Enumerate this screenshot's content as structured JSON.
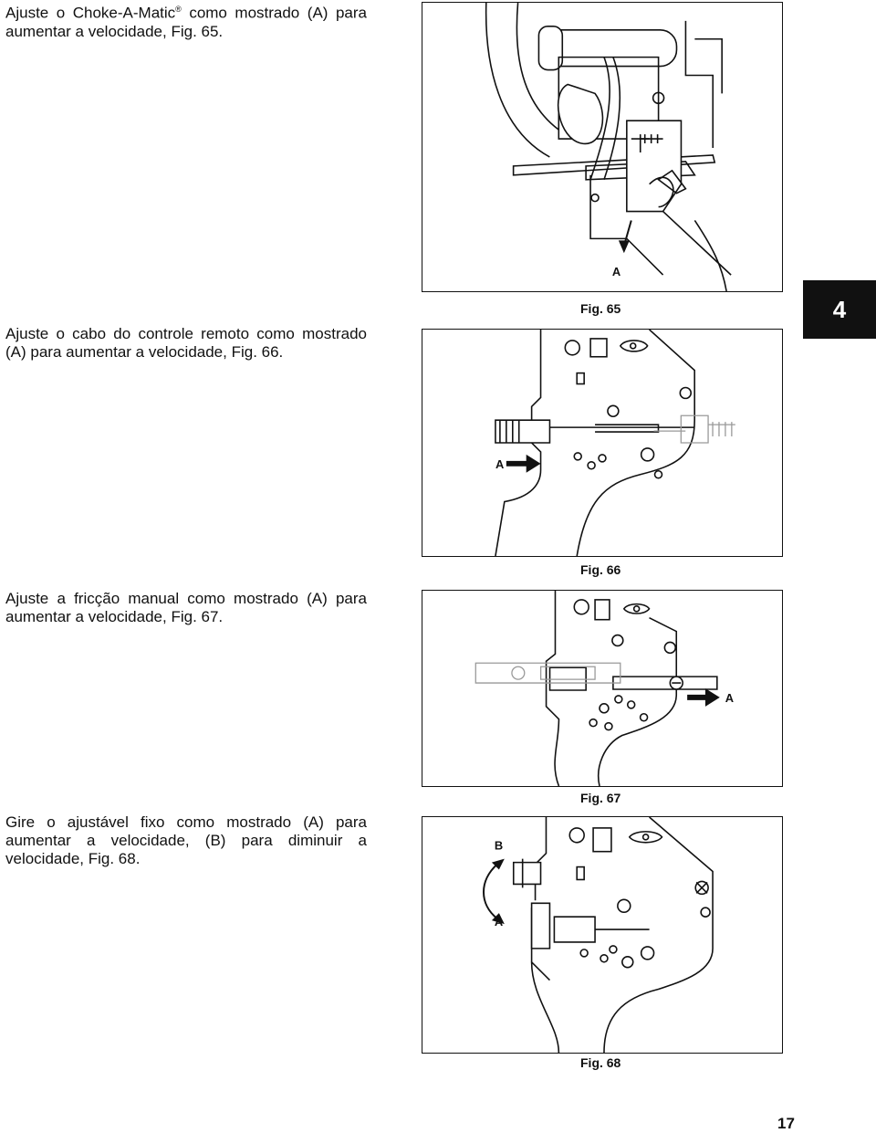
{
  "paragraphs": {
    "p65_a": "Ajuste o Choke-A-Matic",
    "p65_b": " como mostrado (A) para aumentar a velocidade, Fig. 65.",
    "p66": "Ajuste o cabo do controle remoto como mostrado (A) para aumentar a velocidade, Fig. 66.",
    "p67": "Ajuste a fricção manual como mostrado (A) para aumentar a velocidade, Fig. 67.",
    "p68": "Gire o ajustável fixo como mostrado (A) para aumentar a velocidade, (B) para diminuir a velocidade, Fig. 68."
  },
  "registered_mark": "®",
  "figures": {
    "fig65": {
      "caption": "Fig. 65",
      "label_a": "A"
    },
    "fig66": {
      "caption": "Fig. 66",
      "label_a": "A"
    },
    "fig67": {
      "caption": "Fig. 67",
      "label_a": "A"
    },
    "fig68": {
      "caption": "Fig. 68",
      "label_a": "A",
      "label_b": "B"
    }
  },
  "section_tab": "4",
  "page_number": "17"
}
